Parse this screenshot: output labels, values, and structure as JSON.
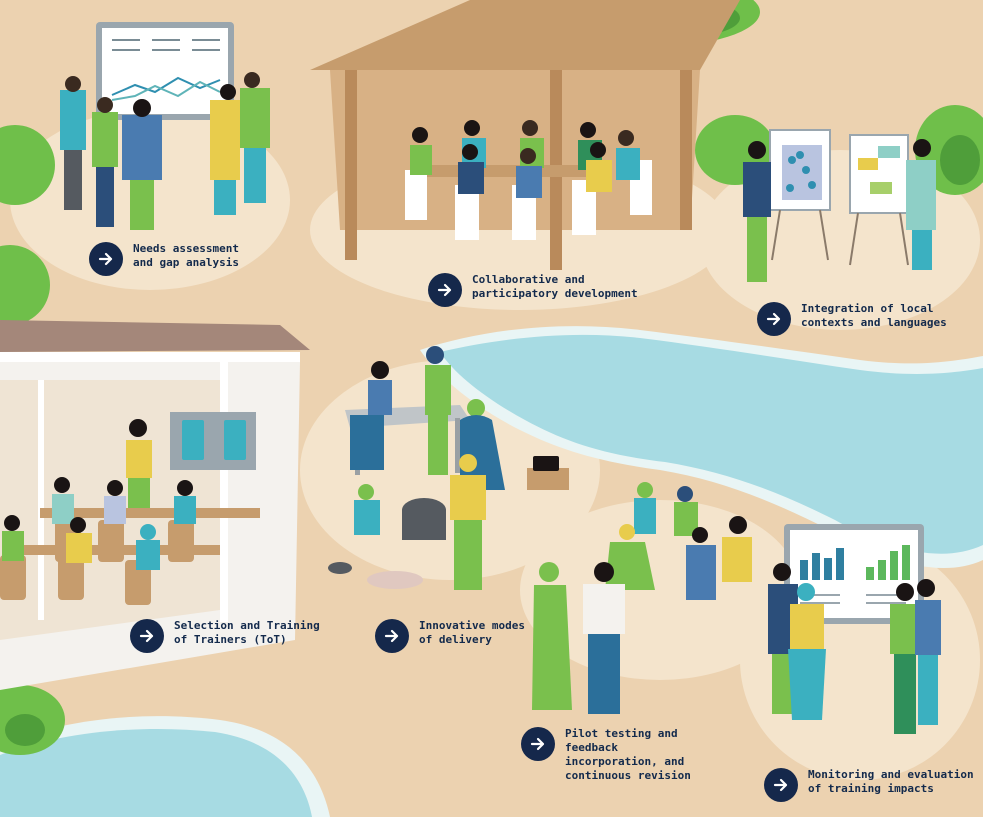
{
  "colors": {
    "ground": "#ecd2b0",
    "path": "#f4e4cc",
    "water": "#a7dbe3",
    "water_edge": "#e9f5f5",
    "foliage": "#6fbf4a",
    "navy": "#15284b",
    "wood": "#d8b185",
    "roof": "#a4877a"
  },
  "icons": {
    "step_button": "arrow-right-icon"
  },
  "steps": [
    {
      "label": "Needs assessment\nand gap analysis"
    },
    {
      "label": "Collaborative and\nparticipatory development"
    },
    {
      "label": "Integration of local\ncontexts and languages"
    },
    {
      "label": "Selection and Training\nof Trainers (ToT)"
    },
    {
      "label": "Innovative modes\nof delivery"
    },
    {
      "label": "Pilot testing and feedback\nincorporation, and\ncontinuous revision"
    },
    {
      "label": "Monitoring and evaluation\nof training impacts"
    }
  ]
}
